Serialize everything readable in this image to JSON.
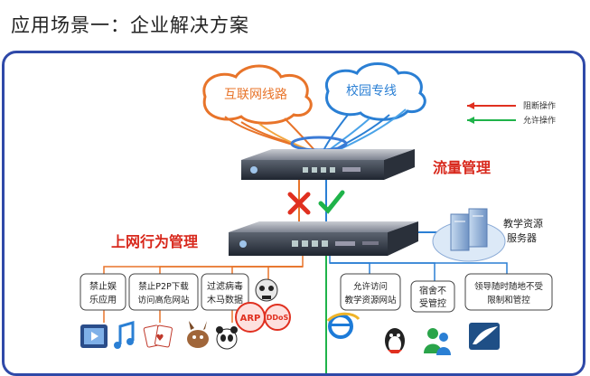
{
  "slide": {
    "title": "应用场景一：企业解决方案"
  },
  "clouds": {
    "internet": {
      "label": "互联网线路",
      "color": "#e8742a"
    },
    "campus": {
      "label": "校园专线",
      "color": "#2a7fd4"
    }
  },
  "legend": {
    "block": {
      "label": "阻断操作",
      "color": "#e03020"
    },
    "allow": {
      "label": "允许操作",
      "color": "#1fb34a"
    }
  },
  "devices": {
    "flow": {
      "label": "流量管理",
      "color": "#d8281c"
    },
    "behavior": {
      "label": "上网行为管理",
      "color": "#d8281c"
    }
  },
  "server": {
    "line1": "教学资源",
    "line2": "服务器"
  },
  "blocked_notes": [
    {
      "line1": "禁止娱",
      "line2": "乐应用"
    },
    {
      "line1": "禁止P2P下载",
      "line2": "访问高危网站"
    },
    {
      "line1": "过滤病毒",
      "line2": "木马数据"
    }
  ],
  "allowed_notes": [
    {
      "line1": "允许访问",
      "line2": "教学资源网站"
    },
    {
      "line1": "宿舍不",
      "line2": "受管控"
    },
    {
      "line1": "领导随时随地不受",
      "line2": "限制和管控"
    }
  ],
  "threat_badges": {
    "arp": "ARP",
    "ddos": "DDoS"
  },
  "icons": {
    "block_mark": "red-x-mark",
    "allow_mark": "green-check-mark",
    "apps_blocked": [
      "video-icon",
      "music-icon",
      "game-icon",
      "p2p-donkey-icon",
      "panda-icon"
    ],
    "apps_allowed": [
      "browser-icon",
      "qq-icon",
      "messenger-icon",
      "remote-icon"
    ]
  }
}
